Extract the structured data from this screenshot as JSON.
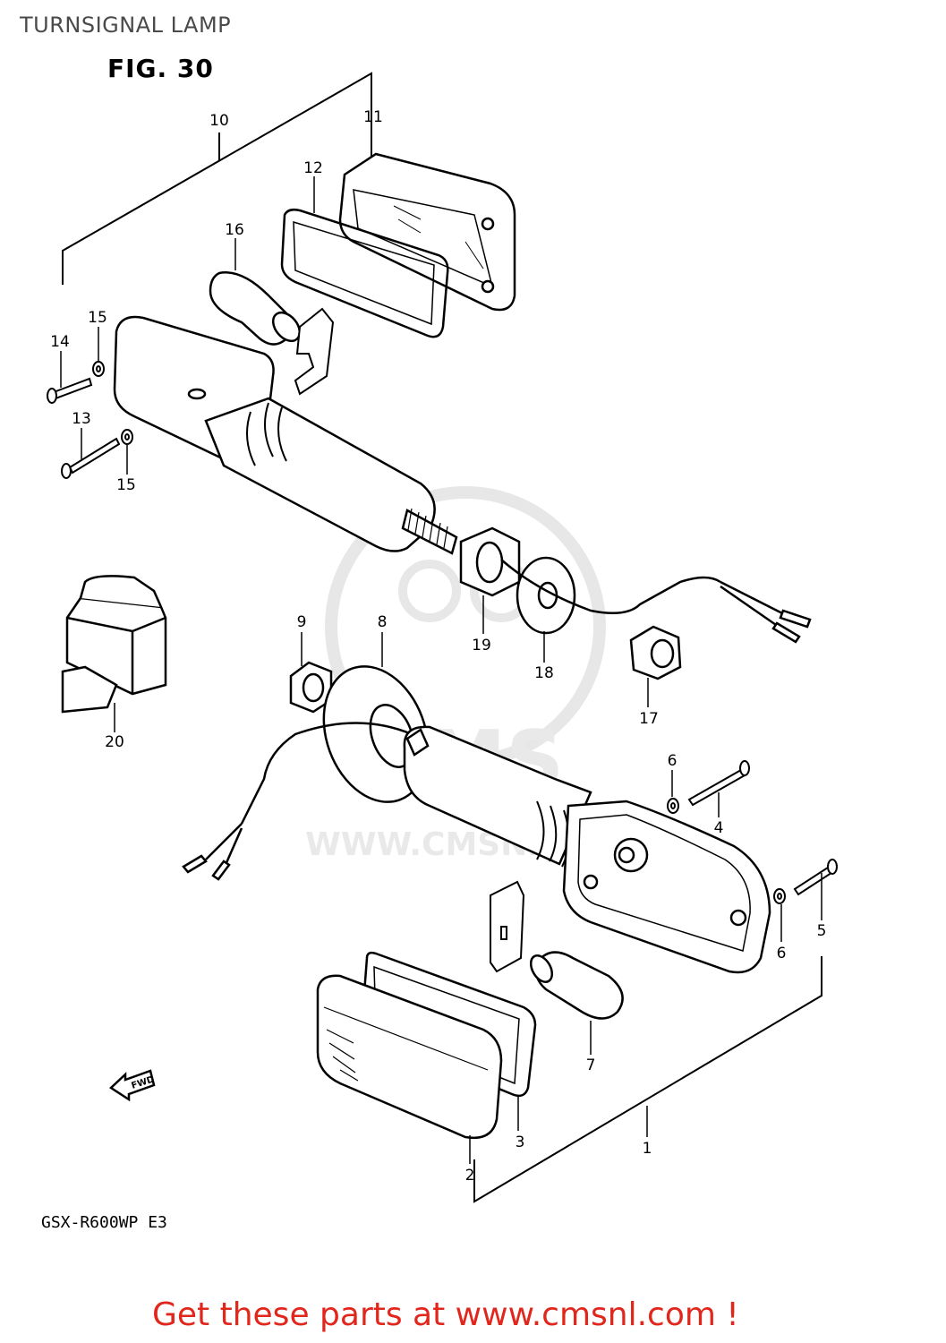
{
  "page": {
    "title": "TURNSIGNAL LAMP",
    "figure_label": "FIG. 30",
    "model_code": "GSX-R600WP E3",
    "footer_cta": "Get these parts at www.cmsnl.com !"
  },
  "watermark": {
    "logo_text": "CMS",
    "url_text": "WWW.CMSNL.COM"
  },
  "direction_marker": {
    "label": "FWD"
  },
  "callouts": [
    "1",
    "2",
    "3",
    "4",
    "5",
    "6",
    "6",
    "7",
    "8",
    "9",
    "10",
    "11",
    "12",
    "13",
    "14",
    "15",
    "15",
    "16",
    "17",
    "18",
    "19",
    "20"
  ]
}
